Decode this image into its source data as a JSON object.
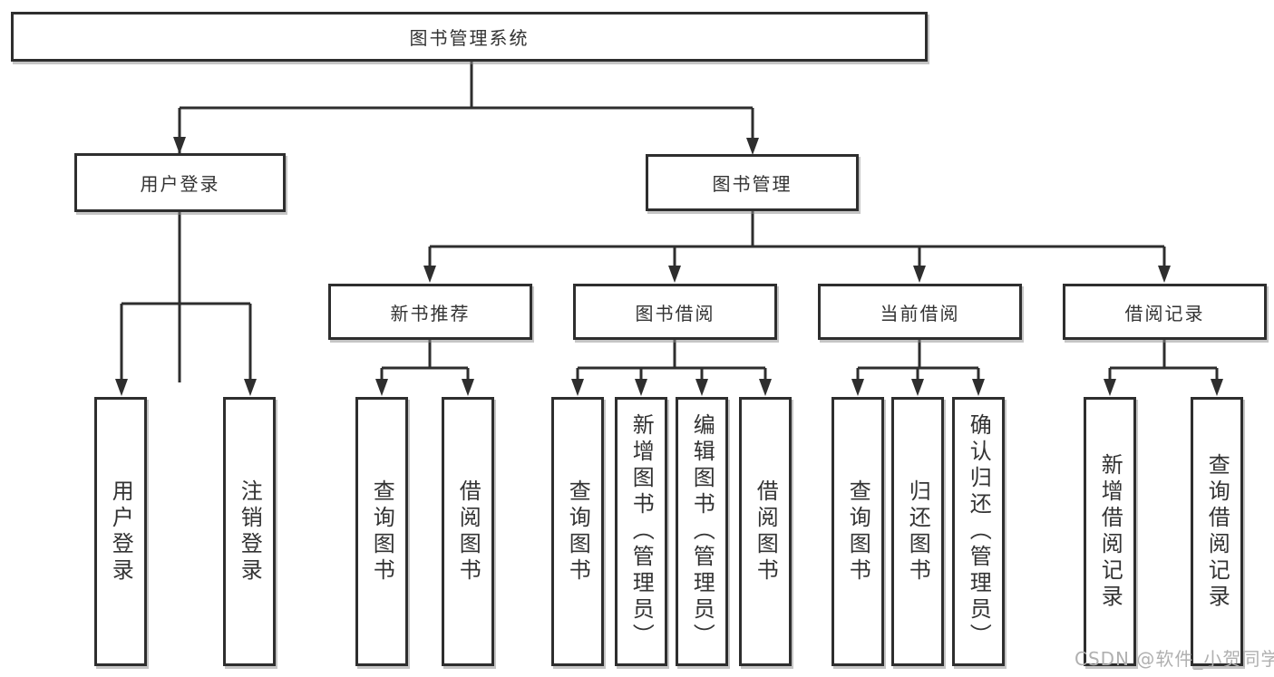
{
  "tree": {
    "label": "图书管理系统",
    "children": [
      {
        "label": "用户登录",
        "children": [
          {
            "label": "用户登录"
          },
          {
            "label": "注销登录"
          }
        ]
      },
      {
        "label": "图书管理",
        "children": [
          {
            "label": "新书推荐",
            "children": [
              {
                "label": "查询图书"
              },
              {
                "label": "借阅图书"
              }
            ]
          },
          {
            "label": "图书借阅",
            "children": [
              {
                "label": "查询图书"
              },
              {
                "label": "新增图书（管理员）"
              },
              {
                "label": "编辑图书（管理员）"
              },
              {
                "label": "借阅图书"
              }
            ]
          },
          {
            "label": "当前借阅",
            "children": [
              {
                "label": "查询图书"
              },
              {
                "label": "归还图书"
              },
              {
                "label": "确认归还（管理员）"
              }
            ]
          },
          {
            "label": "借阅记录",
            "children": [
              {
                "label": "新增借阅记录"
              },
              {
                "label": "查询借阅记录"
              }
            ]
          }
        ]
      }
    ]
  },
  "watermark": {
    "text": "CSDN @软件_小贺同学"
  },
  "colors": {
    "line": "#2e2e2e",
    "box_border": "#2e2e2e",
    "text": "#333333",
    "watermark": "#b0b0b0",
    "background": "#ffffff"
  }
}
